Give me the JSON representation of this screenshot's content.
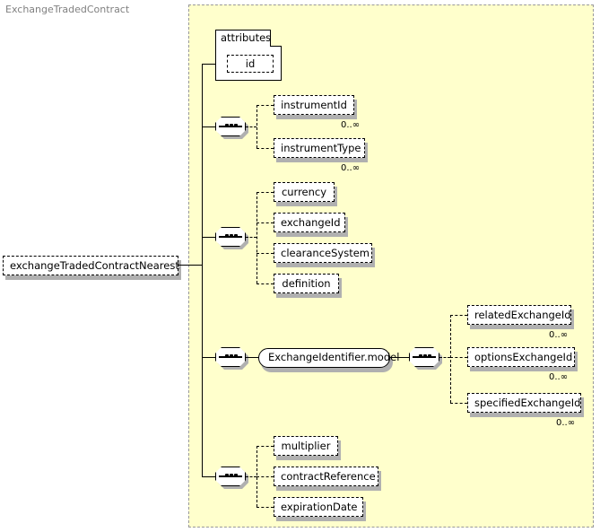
{
  "diagram": {
    "title": "ExchangeTradedContract",
    "root_element": "exchangeTradedContractNearest",
    "colors": {
      "container_fill": "#ffffcc",
      "container_border": "#999999",
      "node_fill": "#ffffff",
      "line": "#000000",
      "shadow": "#b0b0b0",
      "title_text": "#808080"
    },
    "attributes_group": {
      "tab_label": "attributes",
      "items": [
        {
          "name": "id"
        }
      ]
    },
    "compositors": [
      {
        "name": "sequence-1",
        "icon": "sequence-icon"
      },
      {
        "name": "sequence-2",
        "icon": "sequence-icon"
      },
      {
        "name": "sequence-3",
        "icon": "sequence-icon"
      },
      {
        "name": "sequence-4",
        "icon": "sequence-icon"
      },
      {
        "name": "sequence-5",
        "icon": "sequence-icon"
      }
    ],
    "groups": [
      {
        "id": "g1",
        "elements": [
          {
            "name": "instrumentId",
            "cardinality": "0..∞"
          },
          {
            "name": "instrumentType",
            "cardinality": "0..∞"
          }
        ]
      },
      {
        "id": "g2",
        "elements": [
          {
            "name": "currency",
            "cardinality": ""
          },
          {
            "name": "exchangeId",
            "cardinality": ""
          },
          {
            "name": "clearanceSystem",
            "cardinality": ""
          },
          {
            "name": "definition",
            "cardinality": ""
          }
        ]
      },
      {
        "id": "g3",
        "model_group": "ExchangeIdentifier.model",
        "elements": [
          {
            "name": "relatedExchangeId",
            "cardinality": "0..∞"
          },
          {
            "name": "optionsExchangeId",
            "cardinality": "0..∞"
          },
          {
            "name": "specifiedExchangeId",
            "cardinality": "0..∞"
          }
        ]
      },
      {
        "id": "g4",
        "elements": [
          {
            "name": "multiplier",
            "cardinality": ""
          },
          {
            "name": "contractReference",
            "cardinality": ""
          },
          {
            "name": "expirationDate",
            "cardinality": ""
          }
        ]
      }
    ]
  }
}
